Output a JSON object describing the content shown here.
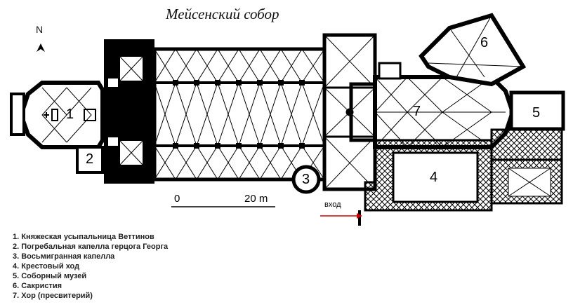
{
  "title": "Мейсенский собор",
  "north_label": "N",
  "numbers": [
    "1",
    "2",
    "3",
    "4",
    "5",
    "6",
    "7"
  ],
  "scale": {
    "start": "0",
    "end": "20 m"
  },
  "entrance_label": "вход",
  "legend": [
    "1. Княжеская усыпальница Веттинов",
    "2. Погребальная капелла герцога Георга",
    "3. Восьмигранная капелла",
    "4. Крестовый ход",
    "5. Соборный музей",
    "6. Сакристия",
    "7. Хор (пресвитерий)"
  ],
  "colors": {
    "ink": "#000000",
    "paper": "#ffffff",
    "arrow": "#cc0000"
  }
}
